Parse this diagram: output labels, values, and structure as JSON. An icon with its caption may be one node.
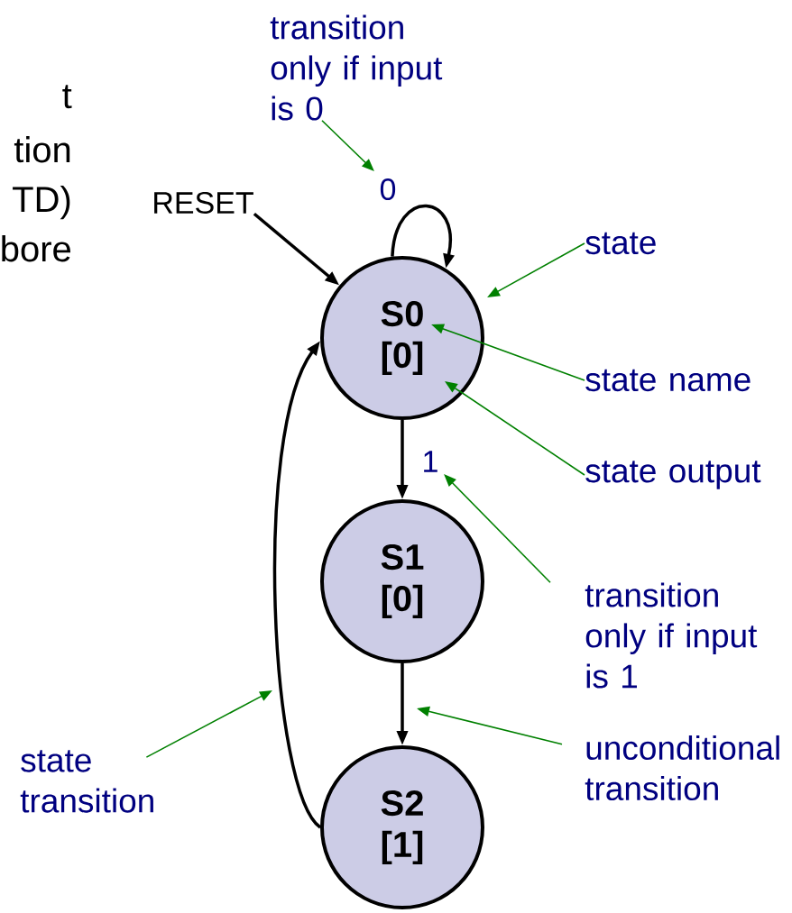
{
  "diagram": {
    "nodes": [
      {
        "text": [
          "S0",
          "[0]"
        ]
      },
      {
        "text": [
          "S1",
          "[0]"
        ]
      },
      {
        "text": [
          "S2",
          "[1]"
        ]
      },
      {
        "text": [
          "RESET"
        ]
      },
      {
        "text": [
          "transition only if input is 0"
        ]
      },
      {
        "text": [
          "state"
        ]
      },
      {
        "text": [
          "state name"
        ]
      },
      {
        "text": [
          "state output"
        ]
      },
      {
        "text": [
          "transition only if input is 1"
        ]
      },
      {
        "text": [
          "state transition"
        ]
      },
      {
        "text": [
          "unconditional transition"
        ]
      }
    ],
    "edges": [
      {
        "from": 3,
        "to": 0,
        "arrow": "to",
        "style": "thick",
        "color": "#000000"
      },
      {
        "from": 0,
        "to": 0,
        "arrow": "to",
        "label": "0",
        "style": "thick",
        "color": "#000000"
      },
      {
        "from": 0,
        "to": 1,
        "arrow": "to",
        "label": "1",
        "style": "thick",
        "color": "#000000"
      },
      {
        "from": 1,
        "to": 2,
        "arrow": "to",
        "style": "thick",
        "color": "#000000"
      },
      {
        "from": 2,
        "to": 0,
        "arrow": "to",
        "style": "thick",
        "color": "#000000"
      },
      {
        "from": 4,
        "to": null,
        "arrow": "to"
      },
      {
        "from": 5,
        "to": 0,
        "arrow": "to"
      },
      {
        "from": 6,
        "to": 0,
        "arrow": "to"
      },
      {
        "from": 7,
        "to": 0,
        "arrow": "to"
      },
      {
        "from": 8,
        "to": null,
        "arrow": "to"
      },
      {
        "from": 9,
        "to": null,
        "arrow": "to"
      },
      {
        "from": 10,
        "to": null,
        "arrow": "to"
      }
    ],
    "labels": [
      "t",
      "tion",
      "TD)",
      "bore"
    ]
  }
}
